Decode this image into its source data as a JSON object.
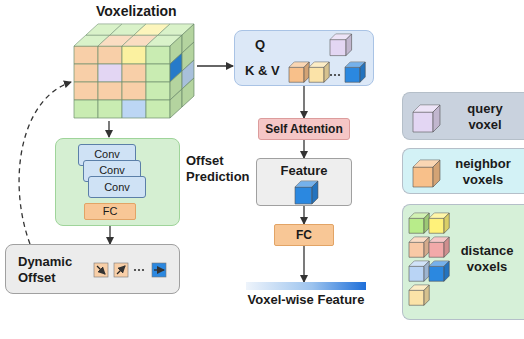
{
  "diagram": {
    "nodes": [
      {
        "text": [
          "Offset Prediction"
        ]
      },
      {
        "text": [
          "Conv"
        ],
        "in": 0
      },
      {
        "text": [
          "Conv"
        ],
        "in": 0
      },
      {
        "text": [
          "Conv"
        ],
        "in": 0
      },
      {
        "text": [
          "FC"
        ],
        "in": 0
      },
      {
        "text": [
          "Dynamic Offset"
        ]
      },
      {
        "text": [
          "Q",
          "K & V"
        ]
      },
      {
        "text": [
          "Self Attention"
        ]
      },
      {
        "text": [
          "Feature"
        ]
      },
      {
        "text": [
          "FC"
        ]
      },
      {
        "text": [
          "Voxel-wise Feature"
        ]
      }
    ],
    "edges": [
      {
        "from": 4,
        "to": 5,
        "arrow": "to"
      },
      {
        "from": 6,
        "to": 7,
        "arrow": "to"
      },
      {
        "from": 7,
        "to": 8,
        "arrow": "to"
      },
      {
        "from": 8,
        "to": 9,
        "arrow": "to"
      },
      {
        "from": 9,
        "to": 10,
        "arrow": "to"
      }
    ],
    "labels": [
      "Voxelization"
    ],
    "legend": [
      {
        "text": "query voxel"
      },
      {
        "text": "neighbor voxels"
      },
      {
        "text": "distance voxels"
      }
    ]
  }
}
